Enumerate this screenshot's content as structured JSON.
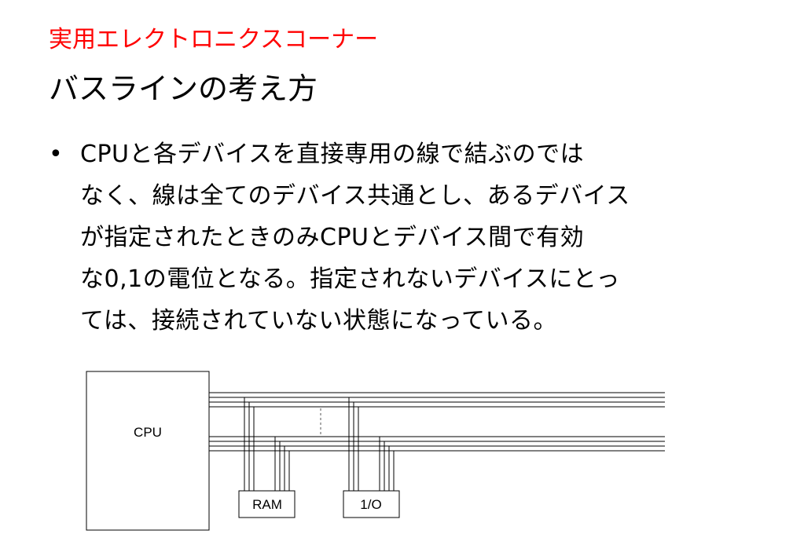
{
  "header": {
    "subtitle": "実用エレクトロニクスコーナー",
    "title": "バスラインの考え方"
  },
  "bullet": {
    "marker": "•",
    "lines": [
      "CPUと各デバイスを直接専用の線で結ぶのでは",
      "なく、線は全てのデバイス共通とし、あるデバイス",
      "が指定されたときのみCPUとデバイス間で有効",
      "な0,1の電位となる。指定されないデバイスにとっ",
      "ては、接続されていない状態になっている。"
    ]
  },
  "diagram": {
    "cpu_label": "CPU",
    "ram_label": "RAM",
    "io_label": "1/O",
    "line_color": "#000000",
    "dashed_color": "#555555"
  }
}
